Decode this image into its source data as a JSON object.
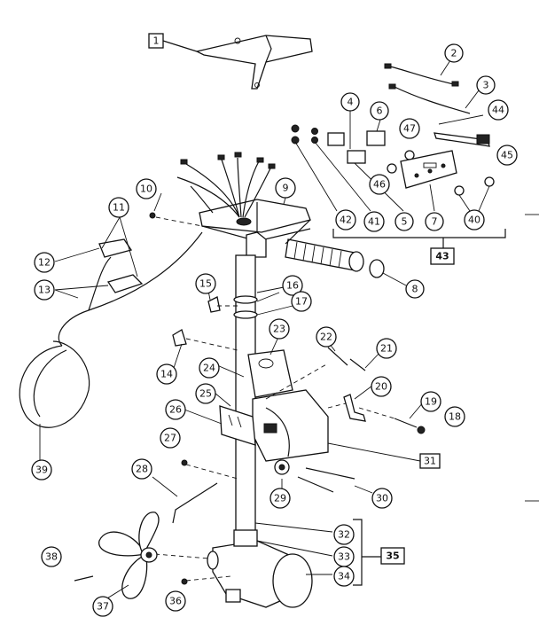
{
  "labels": {
    "p1": "1",
    "p2": "2",
    "p3": "3",
    "p4": "4",
    "p5": "5",
    "p6": "6",
    "p7": "7",
    "p8": "8",
    "p9": "9",
    "p10": "10",
    "p11": "11",
    "p12": "12",
    "p13": "13",
    "p14": "14",
    "p15": "15",
    "p16": "16",
    "p17": "17",
    "p18": "18",
    "p19": "19",
    "p20": "20",
    "p21": "21",
    "p22": "22",
    "p23": "23",
    "p24": "24",
    "p25": "25",
    "p26": "26",
    "p27": "27",
    "p28": "28",
    "p29": "29",
    "p30": "30",
    "p31": "31",
    "p32": "32",
    "p33": "33",
    "p34": "34",
    "p35": "35",
    "p36": "36",
    "p37": "37",
    "p38": "38",
    "p39": "39",
    "p40": "40",
    "p41": "41",
    "p42": "42",
    "p43": "43",
    "p44": "44",
    "p45": "45",
    "p46": "46",
    "p47": "47"
  }
}
